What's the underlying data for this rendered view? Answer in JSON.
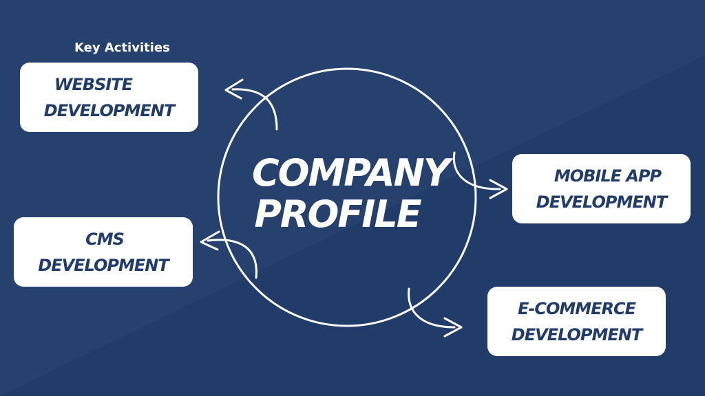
{
  "section_label": "Key Activities",
  "center_title": {
    "line1": "COMPANY",
    "line2": "PROFILE"
  },
  "activities": [
    {
      "line1": "WEBSITE",
      "line2": "DEVELOPMENT"
    },
    {
      "line1": "CMS",
      "line2": "DEVELOPMENT"
    },
    {
      "line1": "MOBILE APP",
      "line2": "DEVELOPMENT"
    },
    {
      "line1": "E-COMMERCE",
      "line2": "DEVELOPMENT"
    }
  ],
  "colors": {
    "background": "#223C6A",
    "background_light": "#26406F",
    "card": "#FFFFFF",
    "card_text": "#223C6A",
    "line": "#FFFFFF"
  }
}
